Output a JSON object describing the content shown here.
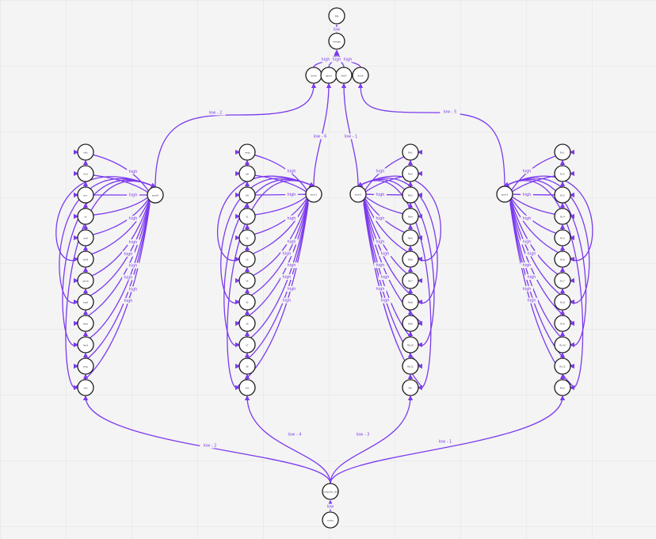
{
  "diagram": {
    "top_node": "FIN",
    "top_edge_label": "low",
    "merge_node": "merge",
    "merge_edge_label": "high",
    "quad_nodes": [
      "done",
      "qsum",
      "dotA",
      "done"
    ],
    "start_node": "compute_dist",
    "entry_node": "entry",
    "entry_edge_label": "low",
    "fan_labels": [
      "low - 2",
      "low - 4",
      "low - 3",
      "low - 1"
    ],
    "up_labels": [
      "low - 2",
      "low - 6",
      "low - 1",
      "low - 5"
    ],
    "loop_label": "high",
    "groups": [
      {
        "hub": "sum0",
        "nodes": [
          "calc",
          "mul",
          "acc",
          "ld",
          "add",
          "shift",
          "store",
          "load",
          "tmp",
          "test",
          "cmp",
          "init"
        ]
      },
      {
        "hub": "sum1",
        "nodes": [
          "mrg",
          "val",
          "ldv",
          "t1",
          "t2",
          "t3",
          "t4",
          "t5",
          "t6",
          "t7",
          "t8",
          "init"
        ]
      },
      {
        "hub": "sum2",
        "nodes": [
          "Rb1",
          "Rb2",
          "Rb3",
          "Rb4",
          "Rb5",
          "Rb6",
          "Rb7",
          "Rb8",
          "Rb9",
          "Rb10",
          "Rb11",
          "Rin"
        ]
      },
      {
        "hub": "sum3",
        "nodes": [
          "Rc1",
          "Rc2",
          "Rc3",
          "Rc4",
          "Rc5",
          "Rc6",
          "Rc7",
          "Rc8",
          "Rc9",
          "Rc10",
          "Rc11",
          "Rcin"
        ]
      }
    ]
  }
}
